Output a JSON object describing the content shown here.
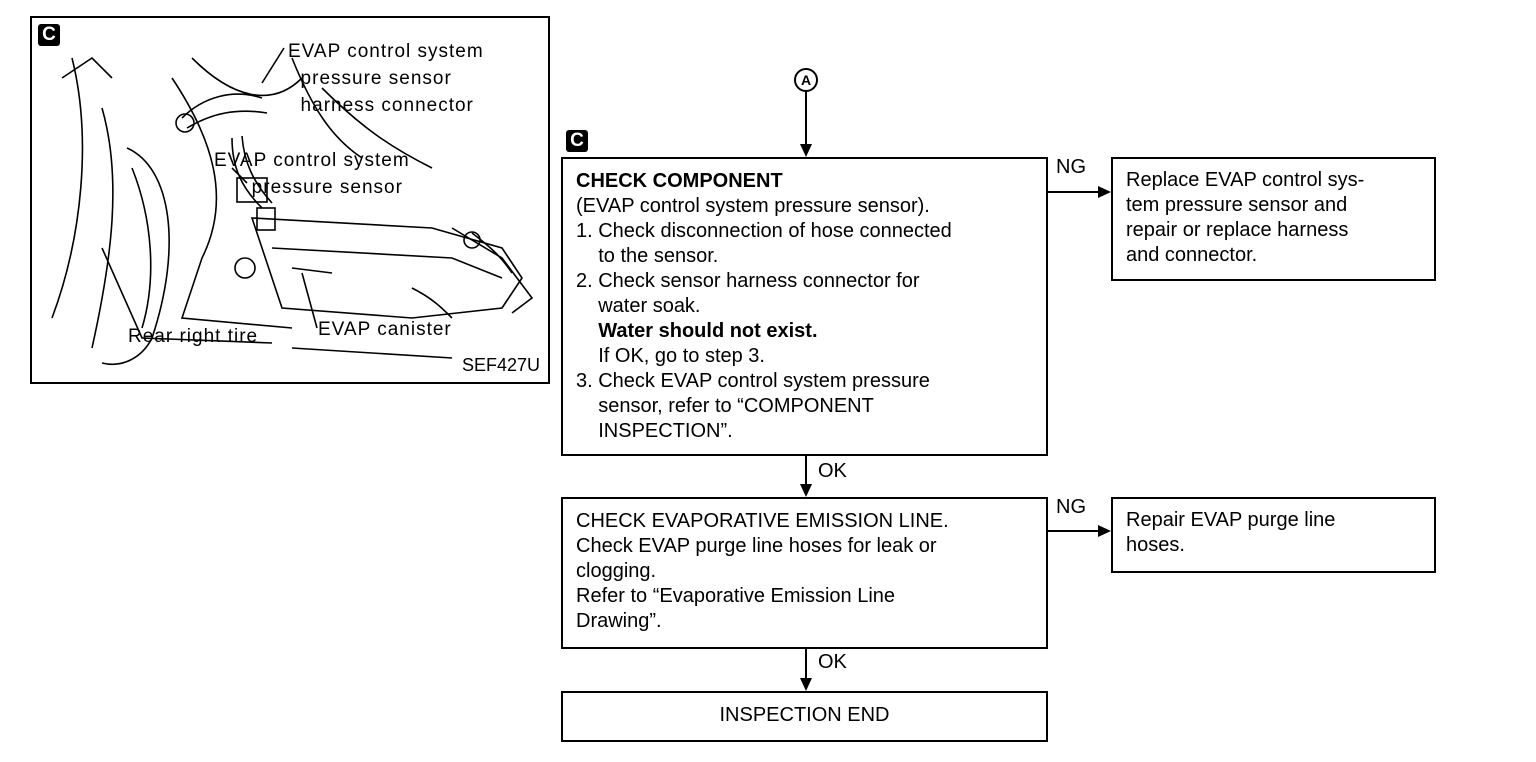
{
  "illustration": {
    "badge": "C",
    "labels": {
      "harness_connector": "EVAP control system\n  pressure sensor\n  harness connector",
      "pressure_sensor": "EVAP control system\n      pressure sensor",
      "evap_canister": "EVAP canister",
      "rear_right_tire": "Rear right tire",
      "figure_code": "SEF427U"
    }
  },
  "flow": {
    "connector_label": "A",
    "badge": "C",
    "check_component": {
      "title": "CHECK COMPONENT",
      "subtitle": "(EVAP control system pressure sensor).",
      "step1": "1. Check disconnection of hose connected\n    to the sensor.",
      "step2": "2. Check sensor harness connector for\n    water soak.",
      "water_note": "    Water should not exist.",
      "if_ok": "    If OK, go to step 3.",
      "step3": "3. Check EVAP control system pressure\n    sensor, refer to “COMPONENT\n    INSPECTION”."
    },
    "replace_box": "Replace EVAP control sys-\ntem pressure sensor and\nrepair or replace harness\nand connector.",
    "emission_line": "CHECK EVAPORATIVE EMISSION LINE.\nCheck EVAP purge line hoses for leak or\nclogging.\nRefer to “Evaporative Emission Line\nDrawing”.",
    "repair_box": "Repair EVAP purge line\nhoses.",
    "end_box": "INSPECTION END",
    "ng1": "NG",
    "ng2": "NG",
    "ok1": "OK",
    "ok2": "OK"
  }
}
